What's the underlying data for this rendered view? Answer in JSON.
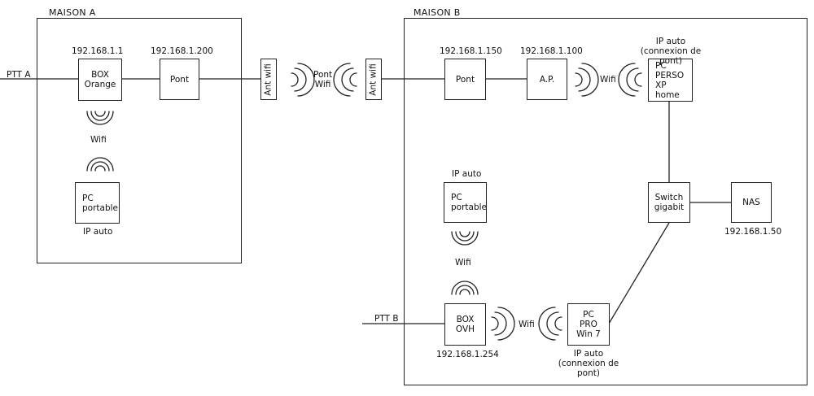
{
  "houses": {
    "a": {
      "title": "MAISON A"
    },
    "b": {
      "title": "MAISON B"
    }
  },
  "nodes": {
    "box_orange": "BOX\nOrange",
    "pont_a": "Pont",
    "ant_a": "Ant wifi",
    "ant_b": "Ant wifi",
    "pc_portable_a": "PC\nportable",
    "pont_b": "Pont",
    "ap": "A.P.",
    "pc_perso": "PC\nPERSO\nXP home",
    "switch": "Switch\ngigabit",
    "nas": "NAS",
    "pc_portable_b": "PC\nportable",
    "box_ovh": "BOX\nOVH",
    "pc_pro": "PC\nPRO\nWin 7"
  },
  "labels": {
    "ptt_a": "PTT A",
    "ptt_b": "PTT B",
    "ip_box_orange": "192.168.1.1",
    "ip_pont_a": "192.168.1.200",
    "wifi_a": "Wifi",
    "ip_auto_a": "IP auto",
    "pont_wifi": "Pont\nWifi",
    "ip_pont_b": "192.168.1.150",
    "ip_ap": "192.168.1.100",
    "wifi_ap": "Wifi",
    "ip_pc_perso": "IP auto\n(connexion de pont)",
    "ip_nas": "192.168.1.50",
    "ip_portable_b": "IP auto",
    "wifi_b": "Wifi",
    "ip_box_ovh": "192.168.1.254",
    "wifi_ovh": "Wifi",
    "ip_pc_pro": "IP auto\n(connexion de pont)"
  }
}
